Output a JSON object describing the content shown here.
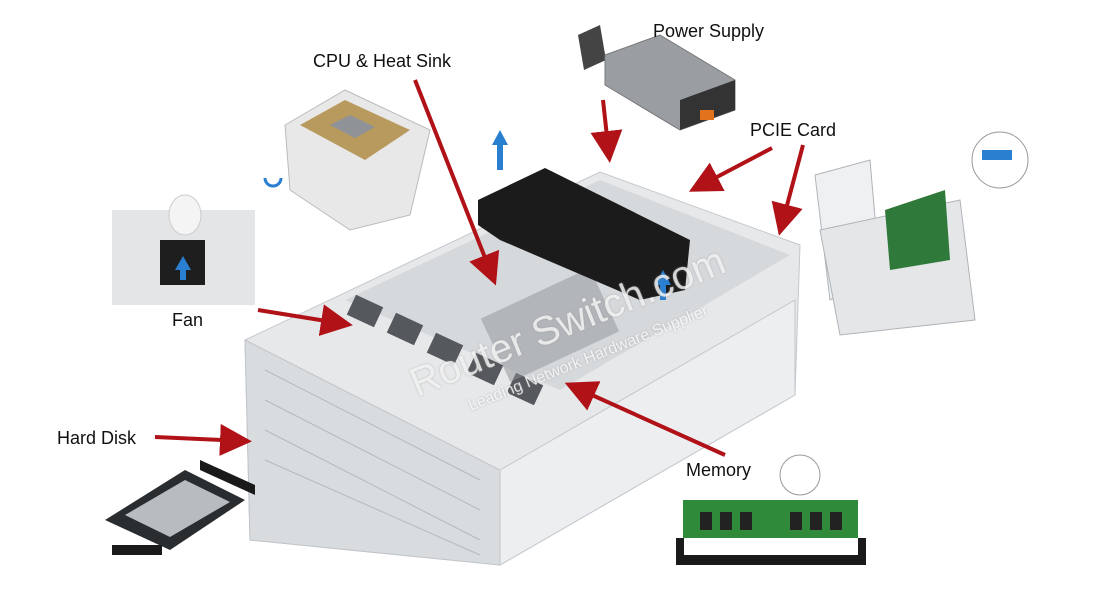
{
  "labels": {
    "power_supply": "Power Supply",
    "cpu_heat_sink": "CPU & Heat Sink",
    "pcie_card": "PCIE Card",
    "fan": "Fan",
    "hard_disk": "Hard Disk",
    "memory": "Memory"
  },
  "watermark": {
    "main": "Router Switch.com",
    "sub": "Leading Network Hardware Supplier"
  },
  "colors": {
    "arrow": "#b01218",
    "chassis": "#e6e8ea",
    "shroud": "#1b1b1b",
    "pcb": "#2f7a3a",
    "hint_arrow": "#2a7fd0"
  }
}
